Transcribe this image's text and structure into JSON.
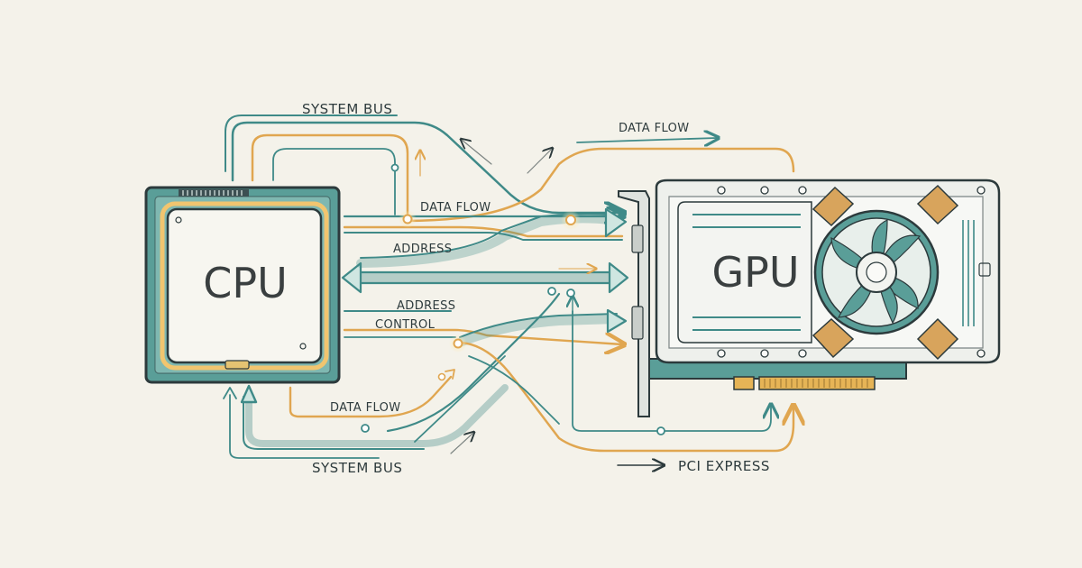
{
  "labels": {
    "system_bus_top": "SYSTEM BUS",
    "data_flow_top": "DATA FLOW",
    "data_flow_mid": "DATA FLOW",
    "address_1": "ADDRESS",
    "address_2": "ADDRESS",
    "control": "CONTROL",
    "data_flow_bottom": "DATA FLOW",
    "system_bus_bottom": "SYSTEM BUS",
    "pci_express": "PCI EXPRESS"
  },
  "components": {
    "cpu": "CPU",
    "gpu": "GPU"
  },
  "colors": {
    "teal": "#3f8a88",
    "teal_light": "#a9d4cc",
    "orange": "#e0a650",
    "outline": "#2c3a3c",
    "background": "#f4f2ea"
  }
}
